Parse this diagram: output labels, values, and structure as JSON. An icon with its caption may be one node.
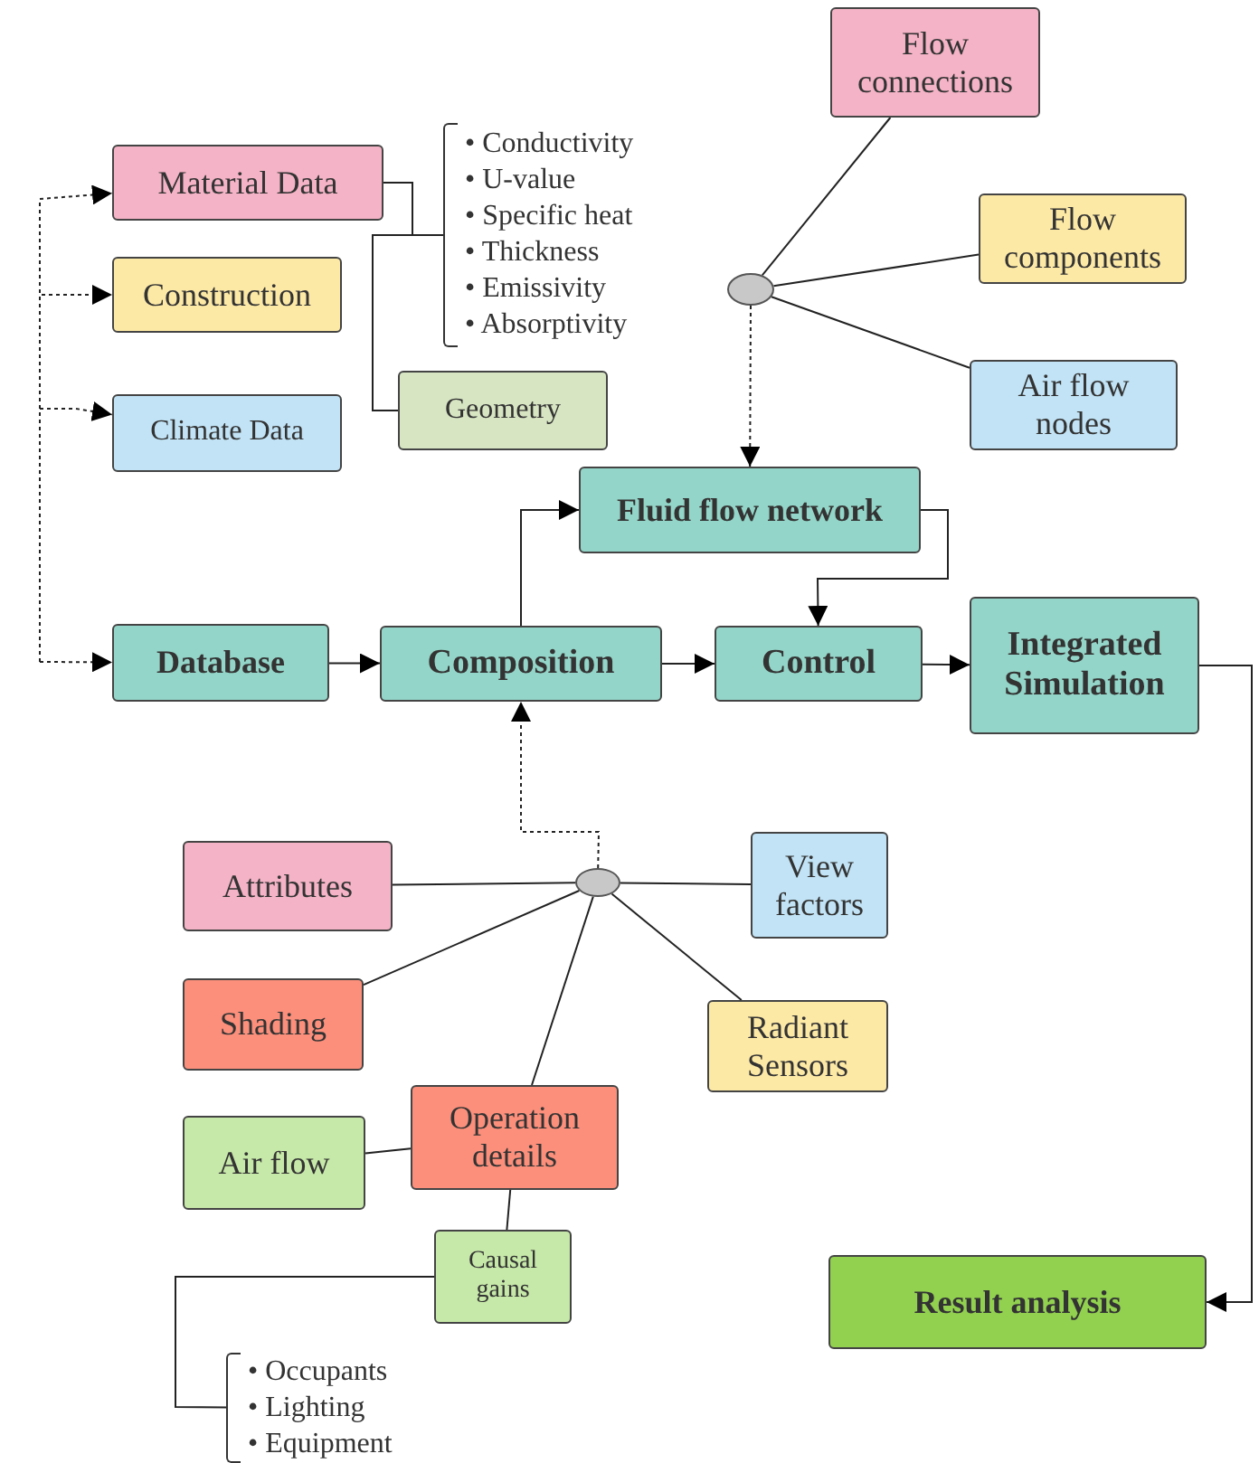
{
  "diagram": {
    "nodes": [
      {
        "text": [
          "Material Data"
        ]
      },
      {
        "text": [
          "Construction"
        ]
      },
      {
        "text": [
          "Climate Data"
        ]
      },
      {
        "text": [
          "Database"
        ]
      },
      {
        "text": [
          "Composition"
        ]
      },
      {
        "text": [
          "Control"
        ]
      },
      {
        "text": [
          "Integrated Simulation"
        ]
      },
      {
        "text": [
          "Fluid flow network"
        ]
      },
      {
        "text": [
          "Flow connections"
        ]
      },
      {
        "text": [
          "Flow components"
        ]
      },
      {
        "text": [
          "Air flow nodes"
        ]
      },
      {
        "text": [],
        "shape": "ellipse"
      },
      {
        "text": [
          "• Conductivity",
          "• U-value",
          "• Specific heat",
          "• Thickness",
          "• Emissivity",
          "• Absorptivity"
        ]
      },
      {
        "text": [
          "Geometry"
        ]
      },
      {
        "text": [
          "Attributes"
        ]
      },
      {
        "text": [
          "View factors"
        ]
      },
      {
        "text": [],
        "shape": "ellipse"
      },
      {
        "text": [
          "Shading"
        ]
      },
      {
        "text": [
          "Radiant Sensors"
        ]
      },
      {
        "text": [
          "Air flow"
        ]
      },
      {
        "text": [
          "Operation details"
        ]
      },
      {
        "text": [
          "Causal gains"
        ]
      },
      {
        "text": [
          "• Occupants",
          "• Lighting",
          "• Equipment"
        ]
      },
      {
        "text": [
          "Result analysis"
        ]
      }
    ],
    "edges": [
      {
        "from": null,
        "to": 0,
        "arrow": "to",
        "style": "dashed"
      },
      {
        "from": null,
        "to": 1,
        "arrow": "to",
        "style": "dashed"
      },
      {
        "from": null,
        "to": 2,
        "arrow": "to",
        "style": "dashed"
      },
      {
        "from": null,
        "to": 3,
        "arrow": "to",
        "style": "dashed"
      },
      {
        "from": 0,
        "to": 12,
        "arrow": "none"
      },
      {
        "from": 0,
        "to": 13,
        "arrow": "none"
      },
      {
        "from": 3,
        "to": 4,
        "arrow": "to"
      },
      {
        "from": 4,
        "to": 7,
        "arrow": "to"
      },
      {
        "from": 4,
        "to": 5,
        "arrow": "to"
      },
      {
        "from": 7,
        "to": 5,
        "arrow": "to"
      },
      {
        "from": 5,
        "to": 6,
        "arrow": "to"
      },
      {
        "from": 6,
        "to": 23,
        "arrow": "to"
      },
      {
        "from": 11,
        "to": 7,
        "arrow": "to",
        "style": "dashed"
      },
      {
        "from": 8,
        "to": 11,
        "arrow": "none"
      },
      {
        "from": 9,
        "to": 11,
        "arrow": "none"
      },
      {
        "from": 10,
        "to": 11,
        "arrow": "none"
      },
      {
        "from": 16,
        "to": 4,
        "arrow": "to",
        "style": "dashed"
      },
      {
        "from": 14,
        "to": 16,
        "arrow": "none"
      },
      {
        "from": 15,
        "to": 16,
        "arrow": "none"
      },
      {
        "from": 17,
        "to": 16,
        "arrow": "none"
      },
      {
        "from": 18,
        "to": 16,
        "arrow": "none"
      },
      {
        "from": 20,
        "to": 16,
        "arrow": "none"
      },
      {
        "from": 19,
        "to": 20,
        "arrow": "none"
      },
      {
        "from": 20,
        "to": 21,
        "arrow": "none"
      },
      {
        "from": 21,
        "to": 22,
        "arrow": "none"
      }
    ]
  }
}
